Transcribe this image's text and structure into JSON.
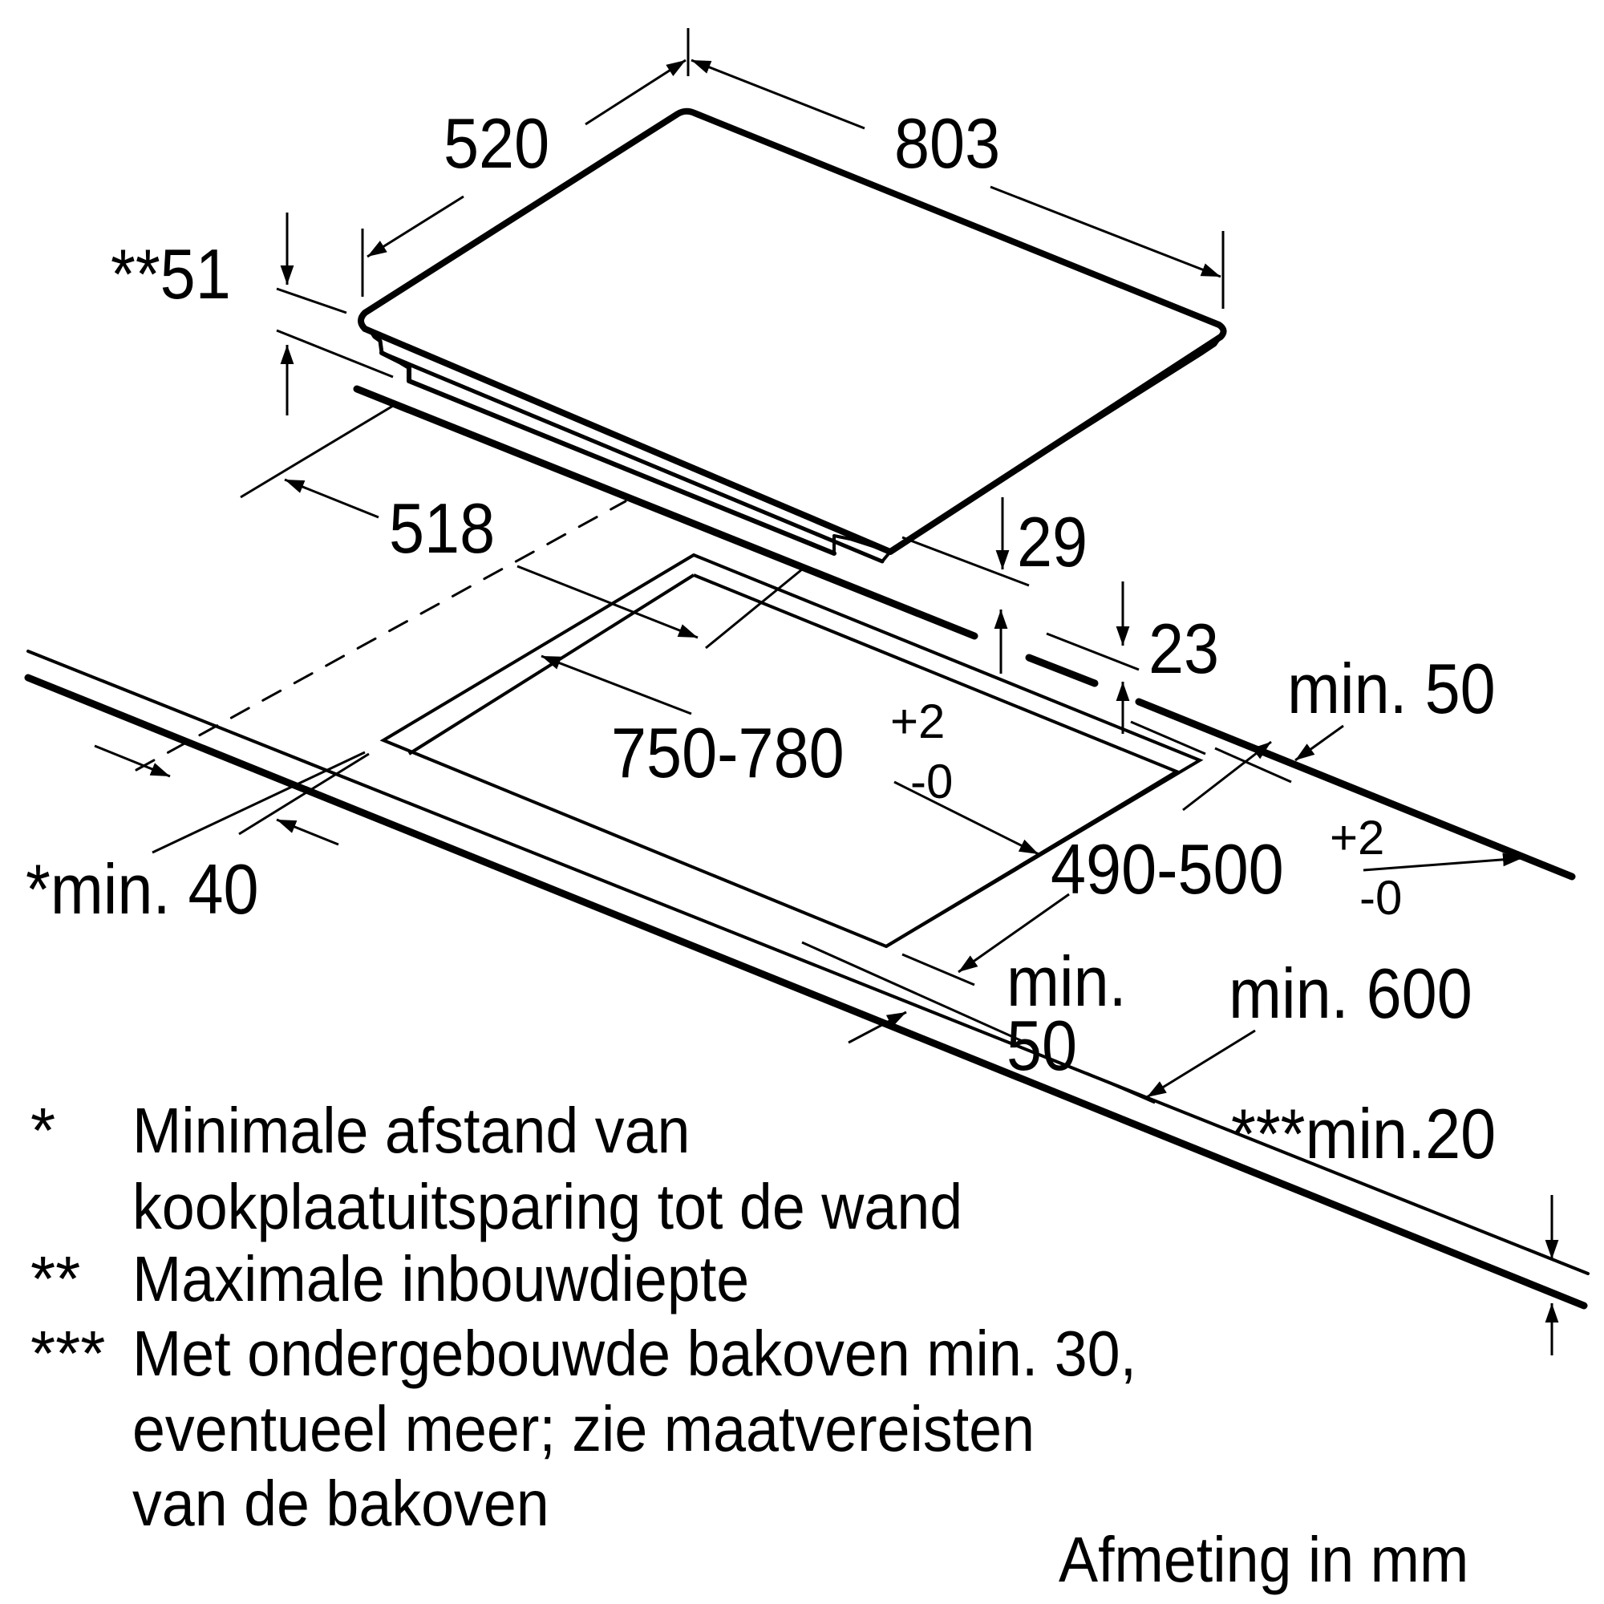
{
  "diagram": {
    "type": "installation-dimensions",
    "subject": "Built-in cooktop (kookplaat) cut-out",
    "labels": {
      "width": "803",
      "depth": "520",
      "height_max": "**51",
      "underside_depth": "518",
      "bottom_offset_29": "29",
      "thickness_23": "23",
      "cutout_width_base": "750-780",
      "cutout_width_tol_plus": "+2",
      "cutout_width_tol_minus": "-0",
      "cutout_depth_base": "490-500",
      "cutout_depth_tol_plus": "+2",
      "cutout_depth_tol_minus": "-0",
      "min_50_back": "min. 50",
      "min_50_front_line1": "min.",
      "min_50_front_line2": "50",
      "min_600": "min. 600",
      "min_40_wall": "*min. 40",
      "min_20_worktop": "***min.20"
    },
    "notes": [
      {
        "mark": "*",
        "lines": [
          "Minimale afstand van",
          "kookplaatuitsparing tot de wand"
        ]
      },
      {
        "mark": "**",
        "lines": [
          "Maximale inbouwdiepte"
        ]
      },
      {
        "mark": "***",
        "lines": [
          "Met ondergebouwde bakoven min. 30,",
          "eventueel meer; zie maatvereisten",
          "van de bakoven"
        ]
      }
    ],
    "unit_label": "Afmeting in mm"
  }
}
